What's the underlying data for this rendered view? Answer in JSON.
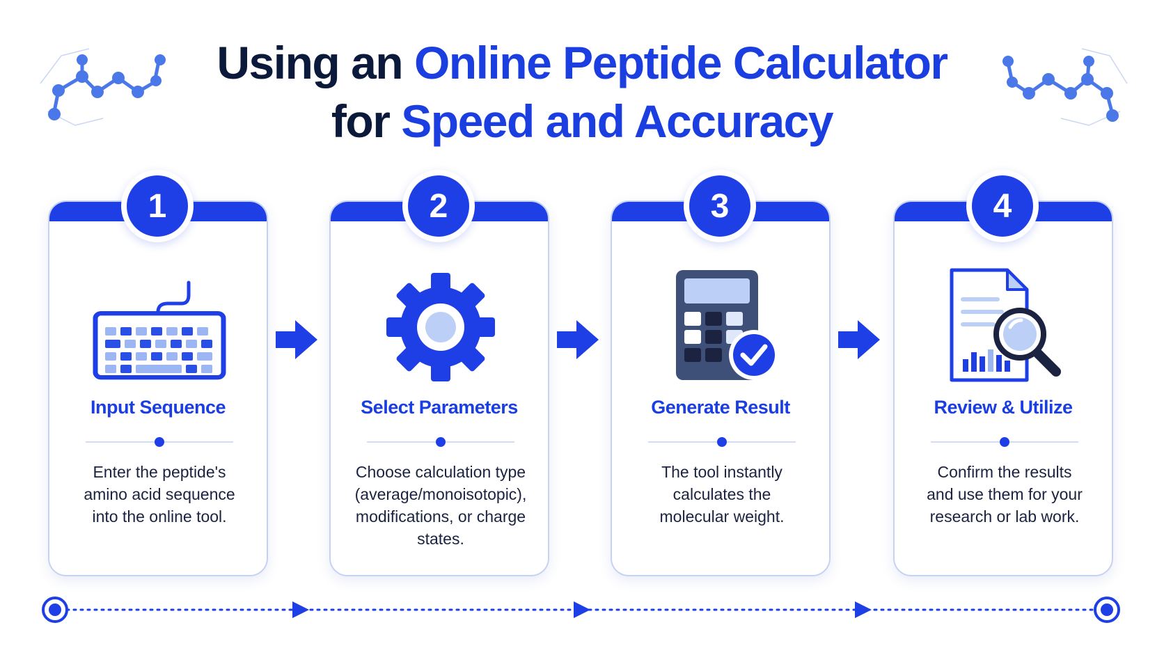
{
  "title": {
    "line1_plain": "Using an",
    "line1_accent": "Online Peptide Calculator",
    "line2_plain": "for",
    "line2_accent": "Speed and Accuracy"
  },
  "colors": {
    "primary": "#1f3fe6",
    "title_dark": "#0b1a3a",
    "accent_text": "#1a3ee0",
    "light_blue": "#bcd0f7",
    "card_border": "#c6d2f4"
  },
  "steps": [
    {
      "number": "1",
      "icon": "keyboard-icon",
      "title": "Input Sequence",
      "lines": [
        "Enter the peptide's",
        "amino acid sequence",
        "into the online tool."
      ]
    },
    {
      "number": "2",
      "icon": "gear-icon",
      "title": "Select Parameters",
      "lines": [
        "Choose calculation type",
        "(average/monoisotopic),",
        "modifications, or charge",
        "states."
      ]
    },
    {
      "number": "3",
      "icon": "calculator-icon",
      "title": "Generate Result",
      "lines": [
        "The tool instantly",
        "calculates the",
        "molecular weight."
      ]
    },
    {
      "number": "4",
      "icon": "document-magnifier-icon",
      "title": "Review & Utilize",
      "lines": [
        "Confirm the results",
        "and use them for your",
        "research or lab work."
      ]
    }
  ]
}
